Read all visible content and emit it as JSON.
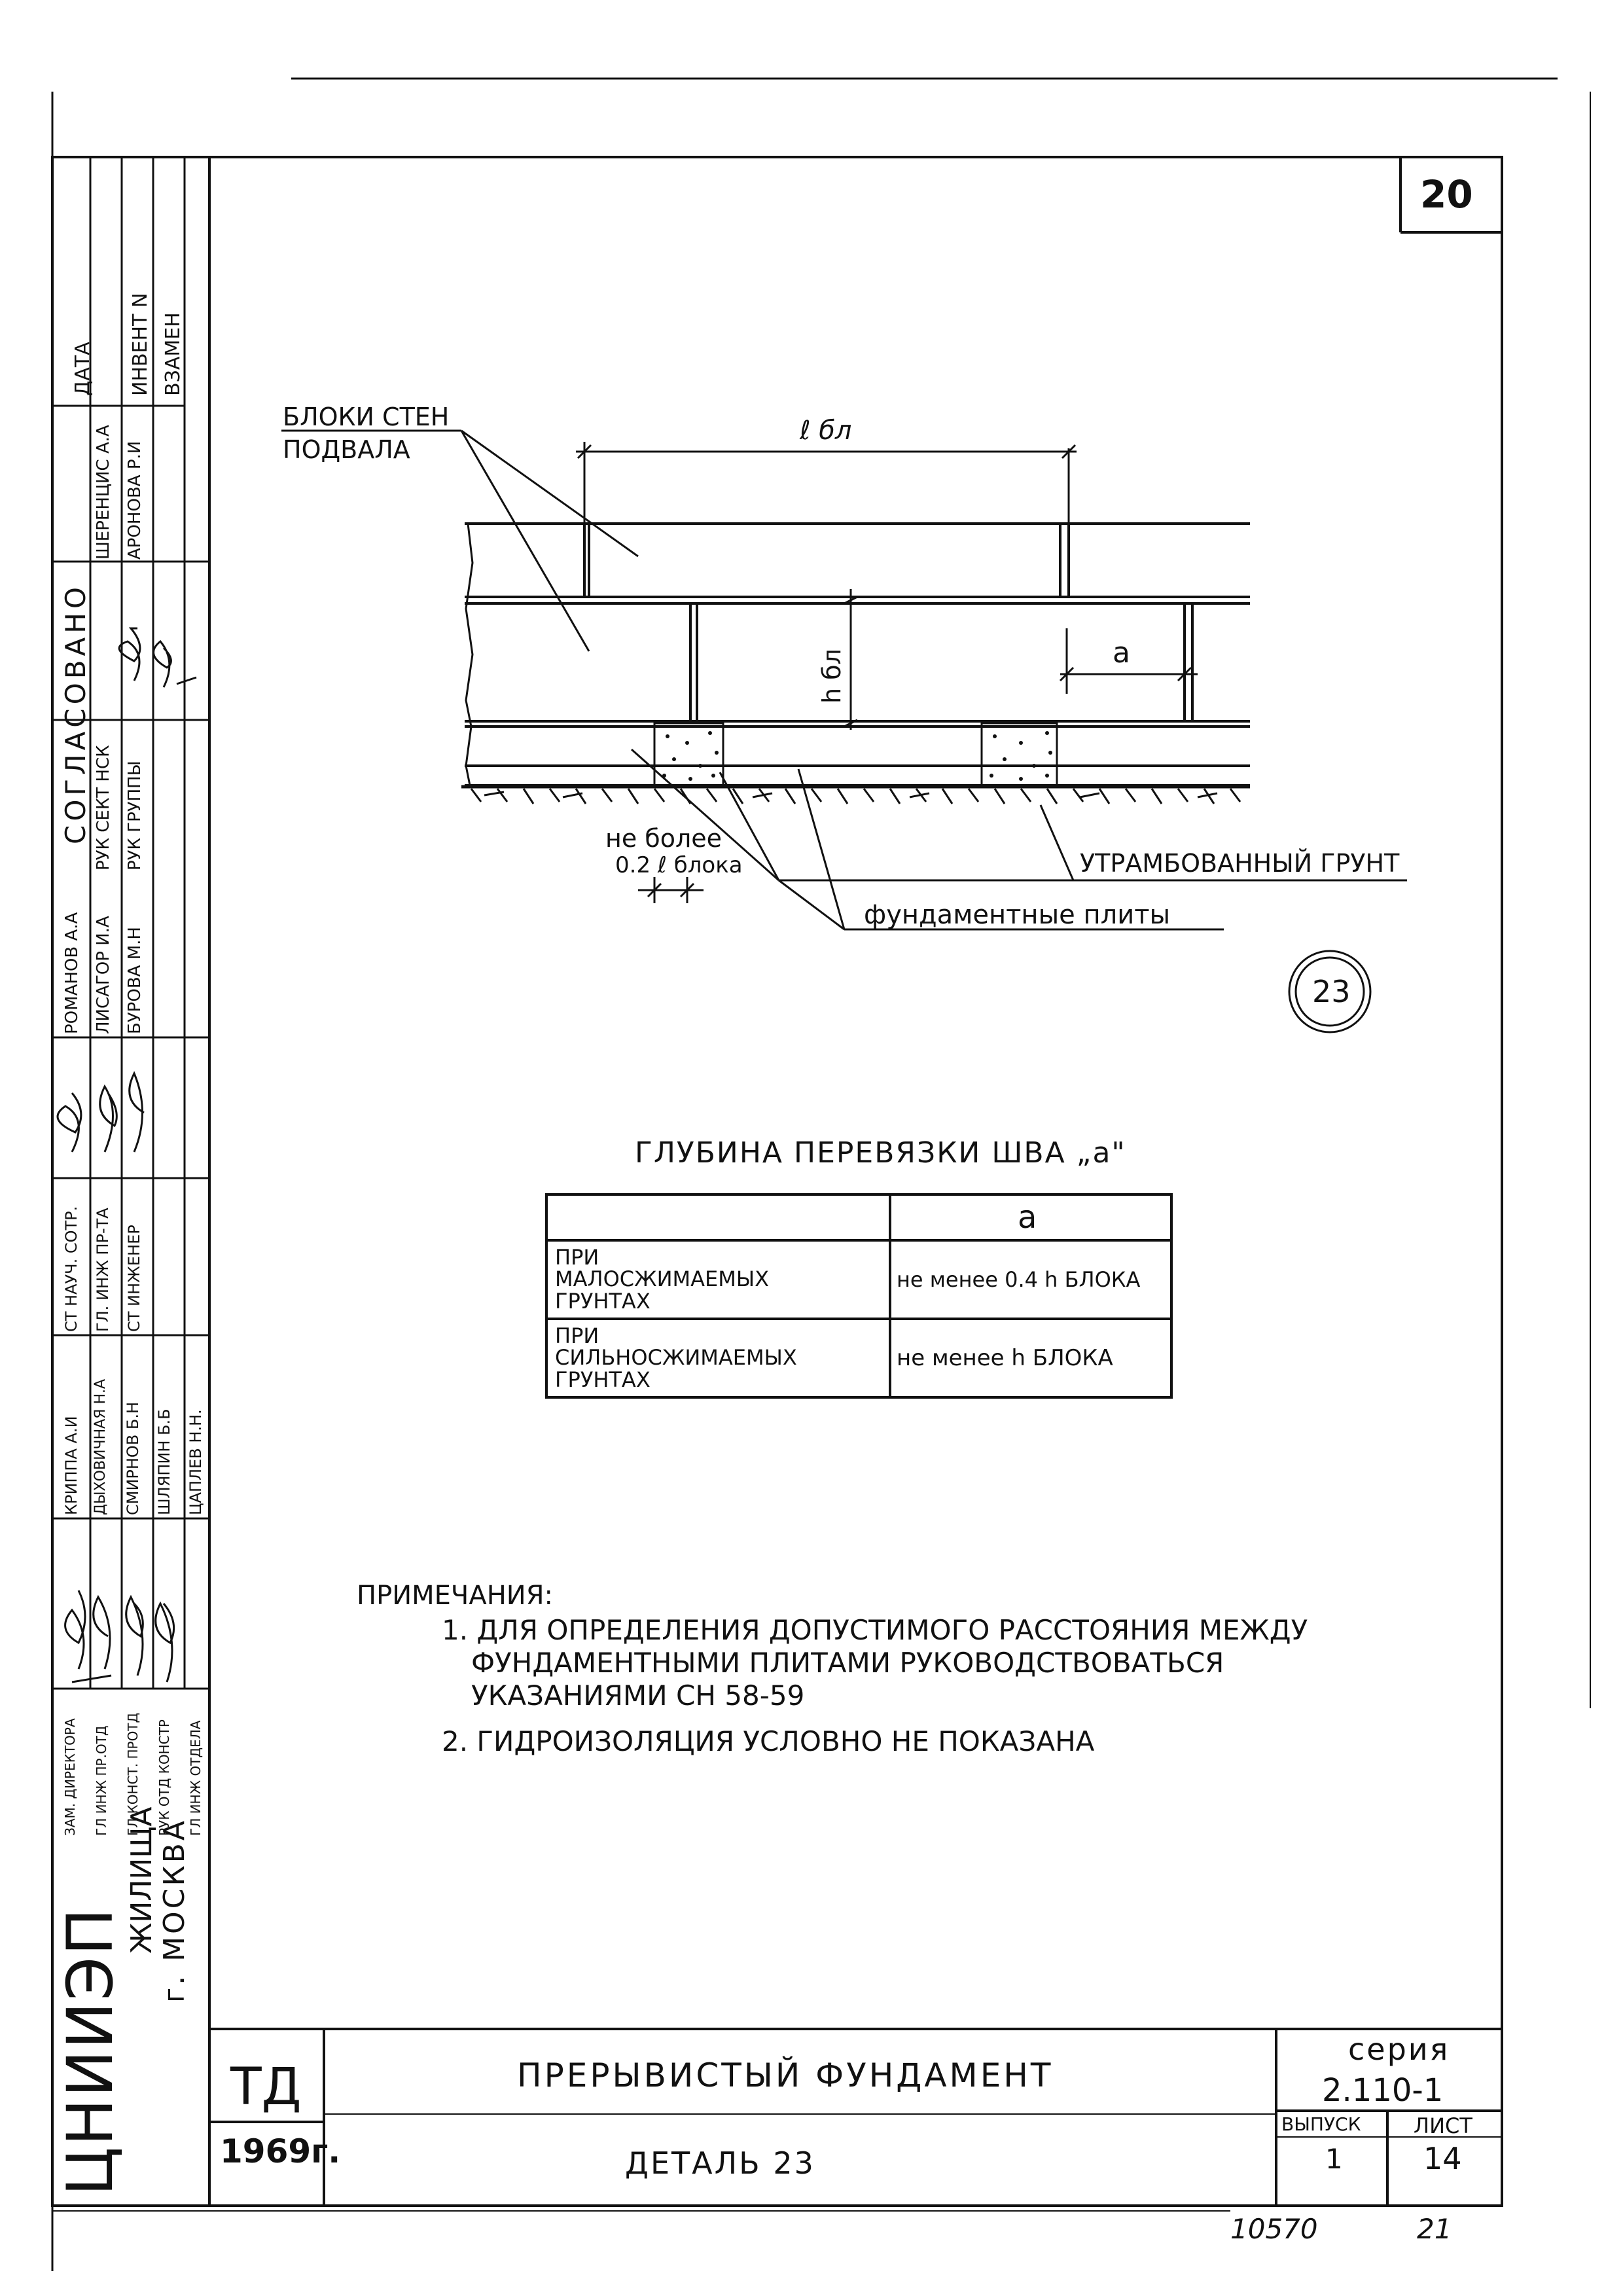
{
  "sheet_number": "20",
  "drawing": {
    "label_blocks": [
      "БЛОКИ СТЕН",
      "ПОДВАЛА"
    ],
    "dim_block_length": "ℓ бл",
    "dim_block_height": "h бл",
    "dim_a": "a",
    "label_max": [
      "не более",
      "0.2 ℓ блока"
    ],
    "label_soil": "УТРАМБОВАННЫЙ ГРУНТ",
    "label_plates": "фундаментные плиты",
    "detail_number": "23"
  },
  "table": {
    "title": "ГЛУБИНА ПЕРЕВЯЗКИ ШВА „a\"",
    "header": [
      "",
      "a"
    ],
    "rows": [
      [
        "ПРИ МАЛОСЖИМАЕМЫХ ГРУНТАХ",
        "не менее 0.4 h БЛОКА"
      ],
      [
        "ПРИ СИЛЬНОСЖИМАЕМЫХ ГРУНТАХ",
        "не менее h БЛОКА"
      ]
    ]
  },
  "notes": {
    "heading": "ПРИМЕЧАНИЯ:",
    "items": [
      [
        "1. ДЛЯ ОПРЕДЕЛЕНИЯ ДОПУСТИМОГО РАССТОЯНИЯ МЕЖДУ",
        "ФУНДАМЕНТНЫМИ ПЛИТАМИ РУКОВОДСТВОВАТЬСЯ",
        "УКАЗАНИЯМИ СН 58-59"
      ],
      [
        "2. ГИДРОИЗОЛЯЦИЯ УСЛОВНО НЕ ПОКАЗАНА"
      ]
    ]
  },
  "side_stamp": {
    "col_headers": [
      "ДАТА",
      "ИНВЕНТ N",
      "ВЗАМЕН"
    ],
    "agreed": "СОГЛАСОВАНО",
    "agreed_names": [
      "ШЕРЕНЦИС А.А",
      "АРОНОВА Р.И"
    ],
    "agreed_roles": [
      "РУК СЕКТ НСК",
      "РУК ГРУППЫ"
    ],
    "names_group1": [
      "РОМАНОВ А.А",
      "ЛИСАГОР И.А",
      "БУРОВА М.Н"
    ],
    "roles_group1": [
      "СТ НАУЧ. СОТР.",
      "ГЛ. ИНЖ ПР-ТА",
      "СТ ИНЖЕНЕР"
    ],
    "names_group2": [
      "КРИППА А.И",
      "ДЫХОВИЧНАЯ Н.А",
      "СМИРНОВ Б.Н",
      "ШЛЯПИН Б.Б",
      "ЦАПЛЕВ Н.Н."
    ],
    "roles_group2": [
      "ЗАМ. ДИРЕКТОРА",
      "ГЛ ИНЖ ПР.ОТД",
      "ГЛ КОНСТ. ПРОТД",
      "РУК ОТД КОНСТР",
      "ГЛ ИНЖ ОТДЕЛА"
    ],
    "org": "ЦНИИЭП",
    "org_suffix": "ЖИЛИЩА",
    "city": "г. МОСКВА"
  },
  "title_block": {
    "code": "ТД",
    "year": "1969г.",
    "title": "ПРЕРЫВИСТЫЙ ФУНДАМЕНТ",
    "subtitle": "ДЕТАЛЬ 23",
    "series_label": "серия",
    "series": "2.110-1",
    "issue_label": "ВЫПУСК",
    "issue": "1",
    "sheet_label": "ЛИСТ",
    "sheet": "14"
  },
  "footer": {
    "left_number": "10570",
    "right_number": "21"
  }
}
